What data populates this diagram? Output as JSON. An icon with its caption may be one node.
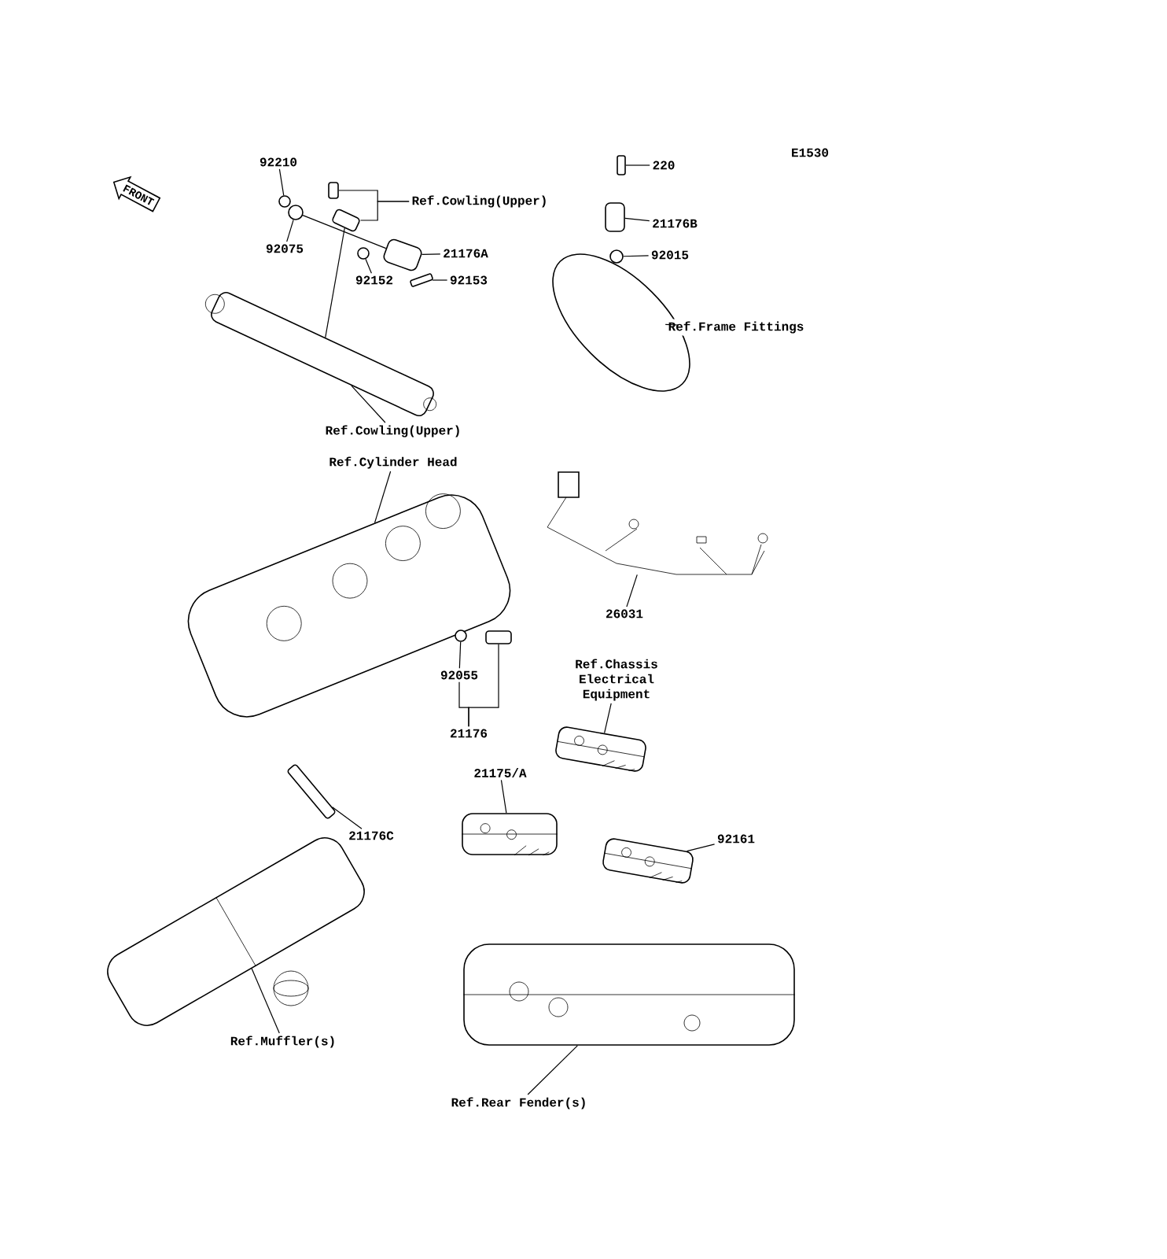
{
  "diagram": {
    "nodes": [
      {
        "text": [
          "FRONT"
        ]
      },
      {
        "text": [
          "92210"
        ]
      },
      {
        "text": [],
        "shape": "circle"
      },
      {
        "text": [
          "92075"
        ]
      },
      {
        "text": [],
        "shape": "circle"
      },
      {
        "text": [
          "Ref.Cowling(Upper)"
        ]
      },
      {
        "text": [],
        "shape": "box"
      },
      {
        "text": [],
        "shape": "picture"
      },
      {
        "text": [
          "21176A"
        ]
      },
      {
        "text": [],
        "shape": "picture"
      },
      {
        "text": [
          "92152"
        ]
      },
      {
        "text": [],
        "shape": "circle"
      },
      {
        "text": [
          "92153"
        ]
      },
      {
        "text": [],
        "shape": "picture"
      },
      {
        "text": [
          "Ref.Cowling(Upper)"
        ]
      },
      {
        "text": [],
        "shape": "picture"
      },
      {
        "text": [
          "220"
        ]
      },
      {
        "text": [],
        "shape": "box"
      },
      {
        "text": [
          "21176B"
        ]
      },
      {
        "text": [],
        "shape": "box"
      },
      {
        "text": [
          "92015"
        ]
      },
      {
        "text": [],
        "shape": "circle"
      },
      {
        "text": [
          "Ref.Frame Fittings"
        ]
      },
      {
        "text": [],
        "shape": "picture"
      },
      {
        "text": [
          "Ref.Cylinder Head"
        ]
      },
      {
        "text": [],
        "shape": "picture"
      },
      {
        "text": [
          "26031"
        ]
      },
      {
        "text": [],
        "shape": "picture"
      },
      {
        "text": [
          "92055"
        ]
      },
      {
        "text": [],
        "shape": "circle"
      },
      {
        "text": [
          "21176"
        ]
      },
      {
        "text": [],
        "shape": "box"
      },
      {
        "text": [
          "Ref.Chassis Electrical Equipment"
        ]
      },
      {
        "text": [],
        "shape": "picture"
      },
      {
        "text": [
          "21175/A"
        ]
      },
      {
        "text": [],
        "shape": "picture"
      },
      {
        "text": [
          "92161"
        ]
      },
      {
        "text": [],
        "shape": "picture"
      },
      {
        "text": [
          "21176C"
        ]
      },
      {
        "text": [],
        "shape": "picture"
      },
      {
        "text": [
          "Ref.Muffler(s)"
        ]
      },
      {
        "text": [],
        "shape": "picture"
      },
      {
        "text": [
          "Ref.Rear Fender(s)"
        ]
      },
      {
        "text": [],
        "shape": "picture"
      }
    ],
    "edges": [
      {
        "from": 1,
        "to": 2,
        "arrow": "none"
      },
      {
        "from": 3,
        "to": 4,
        "arrow": "none"
      },
      {
        "from": 5,
        "to": 6,
        "arrow": "none"
      },
      {
        "from": 5,
        "to": 7,
        "arrow": "none"
      },
      {
        "from": 8,
        "to": 9,
        "arrow": "none"
      },
      {
        "from": 10,
        "to": 11,
        "arrow": "none"
      },
      {
        "from": 12,
        "to": 13,
        "arrow": "none"
      },
      {
        "from": 14,
        "to": 15,
        "arrow": "none"
      },
      {
        "from": 7,
        "to": 15,
        "arrow": "none"
      },
      {
        "from": 16,
        "to": 17,
        "arrow": "none"
      },
      {
        "from": 18,
        "to": 19,
        "arrow": "none"
      },
      {
        "from": 20,
        "to": 21,
        "arrow": "none"
      },
      {
        "from": 22,
        "to": 23,
        "arrow": "none"
      },
      {
        "from": 24,
        "to": 25,
        "arrow": "none"
      },
      {
        "from": 26,
        "to": 27,
        "arrow": "none"
      },
      {
        "from": 28,
        "to": 29,
        "arrow": "none"
      },
      {
        "from": 30,
        "to": 28,
        "arrow": "none"
      },
      {
        "from": 30,
        "to": 31,
        "arrow": "none"
      },
      {
        "from": 32,
        "to": 33,
        "arrow": "none"
      },
      {
        "from": 34,
        "to": 35,
        "arrow": "none"
      },
      {
        "from": 36,
        "to": 37,
        "arrow": "none"
      },
      {
        "from": 38,
        "to": 39,
        "arrow": "none"
      },
      {
        "from": 40,
        "to": 41,
        "arrow": "none"
      },
      {
        "from": 42,
        "to": 43,
        "arrow": "none"
      },
      {
        "from": 4,
        "to": 9,
        "arrow": "none"
      }
    ],
    "labels": [
      "E1530"
    ]
  }
}
